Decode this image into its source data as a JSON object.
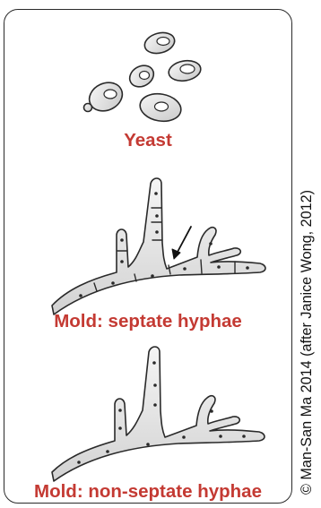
{
  "labels": {
    "yeast": "Yeast",
    "septate": "Mold: septate hyphae",
    "nonseptate": "Mold: non-septate hyphae"
  },
  "credit": "© Man-San Ma 2014 (after Janice Wong, 2012)",
  "colors": {
    "label_red": "#c43a33",
    "outline": "#2a2a2a",
    "cell_fill": "#e9e9e9"
  }
}
